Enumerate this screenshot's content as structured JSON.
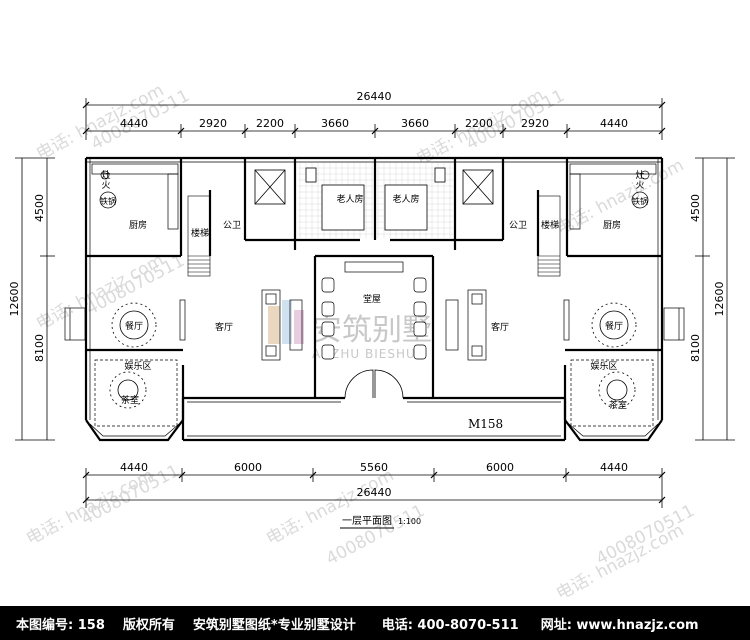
{
  "dimensions": {
    "top_total": "26440",
    "top_segments": [
      "4440",
      "2920",
      "2200",
      "3660",
      "3660",
      "2200",
      "2920",
      "4440"
    ],
    "bottom_segments": [
      "4440",
      "6000",
      "5560",
      "6000",
      "4440"
    ],
    "bottom_total": "26440",
    "left_total": "12600",
    "left_segments": [
      "4500",
      "8100"
    ],
    "right_total": "12600",
    "right_segments": [
      "4500",
      "8100"
    ]
  },
  "rooms": {
    "stove": "灶",
    "stove_fire": "火",
    "pot": "铁锅",
    "kitchen": "厨房",
    "stairs": "楼梯",
    "bathroom": "公卫",
    "elder_room": "老人房",
    "hall": "堂屋",
    "living_room": "客厅",
    "dining_room": "餐厅",
    "entertainment": "娱乐区",
    "tea_room": "茶室",
    "door_label": "M158"
  },
  "title": {
    "text": "一层平面图",
    "scale": "1:100"
  },
  "watermarks": {
    "site_text": "电话: hnazjz.com",
    "phone_text": "4008070511",
    "logo_cn": "安筑别墅",
    "logo_en": "ANZHU BIESHU"
  },
  "footer": {
    "drawing_no": "本图编号: 158",
    "copyright": "版权所有",
    "brand": "安筑别墅图纸*专业别墅设计",
    "phone": "电话: 400-8070-511",
    "site": "网址: www.hnazjz.com"
  },
  "colors": {
    "line": "#000000",
    "hatch": "#9a9a9a",
    "watermark": "#d6d6d6",
    "logo_accent": "#c8c8c8"
  }
}
